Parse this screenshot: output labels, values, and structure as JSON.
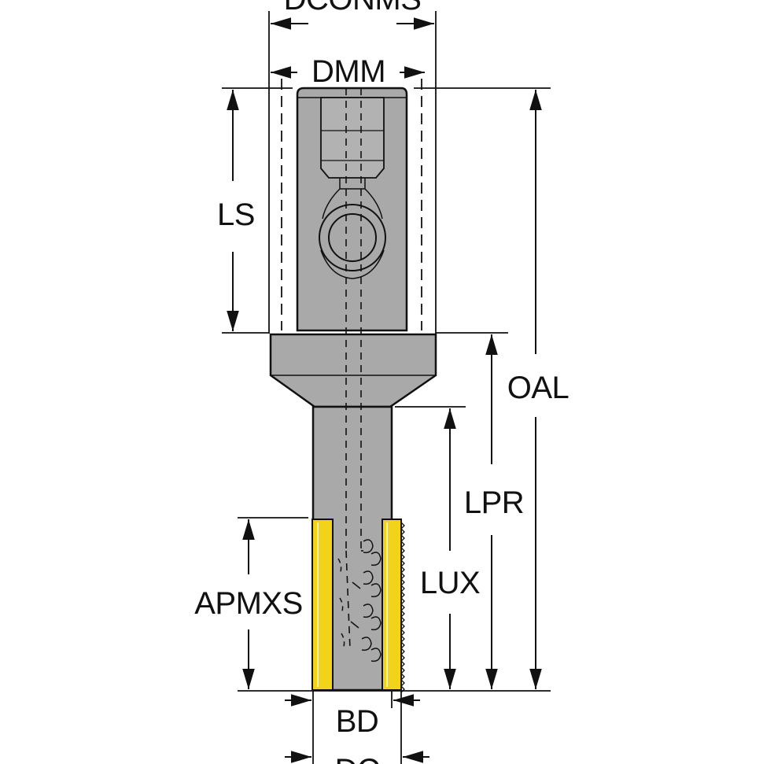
{
  "colors": {
    "body": "#a9a9a9",
    "body_dark": "#8c8c8c",
    "outline": "#111111",
    "insert": "#f2d31b",
    "background": "#ffffff"
  },
  "labels": {
    "dconms": "DCONMS",
    "dmm": "DMM",
    "ls": "LS",
    "oal": "OAL",
    "lpr": "LPR",
    "lux": "LUX",
    "apmxs": "APMXS",
    "bd": "BD",
    "dc": "DC"
  }
}
